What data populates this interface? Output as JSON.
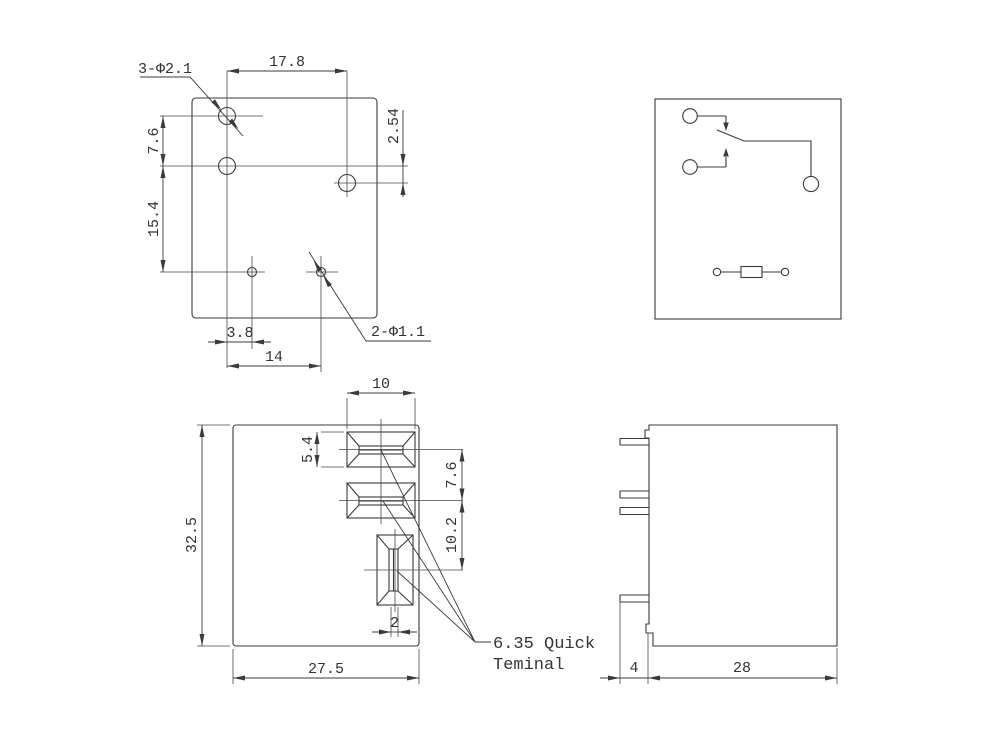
{
  "colors": {
    "line": "#3a3a3a",
    "text": "#333333",
    "background": "#ffffff"
  },
  "bottom_view": {
    "hole_callout_large": "3-Φ2.1",
    "dim_top_width": "17.8",
    "dim_left_upper": "7.6",
    "dim_left_lower": "15.4",
    "dim_pitch_right": "2.54",
    "dim_bottom_offset": "3.8",
    "dim_bottom_span": "14",
    "hole_callout_small": "2-Φ1.1"
  },
  "schematic_view": {
    "description": ""
  },
  "front_view": {
    "dim_slot_width": "10",
    "dim_slot_height": "5.4",
    "dim_gap_upper": "7.6",
    "dim_gap_lower": "10.2",
    "dim_body_height": "32.5",
    "dim_blade_thickness": "2",
    "dim_body_width": "27.5",
    "note_line1": "6.35 Quick",
    "note_line2": "Teminal"
  },
  "side_view": {
    "dim_terminal_length": "4",
    "dim_body_depth": "28"
  }
}
